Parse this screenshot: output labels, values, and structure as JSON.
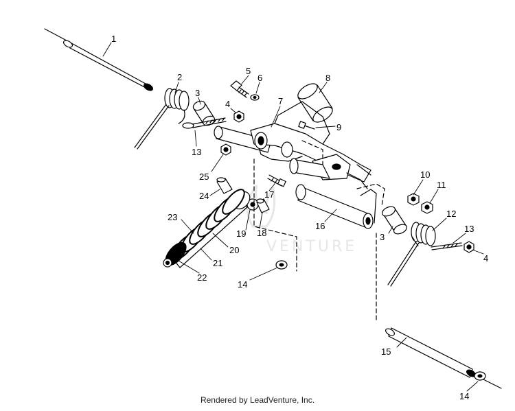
{
  "callouts": {
    "c1": "1",
    "c2": "2",
    "c3a": "3",
    "c3b": "3",
    "c4a": "4",
    "c4b": "4",
    "c5": "5",
    "c6": "6",
    "c7": "7",
    "c8": "8",
    "c9": "9",
    "c10": "10",
    "c11": "11",
    "c12": "12",
    "c13a": "13",
    "c13b": "13",
    "c14a": "14",
    "c14b": "14",
    "c15": "15",
    "c16": "16",
    "c17": "17",
    "c18": "18",
    "c19": "19",
    "c20": "20",
    "c21": "21",
    "c22": "22",
    "c23": "23",
    "c24": "24",
    "c25": "25"
  },
  "watermark": "VENTURE",
  "footer": "Rendered by LeadVenture, Inc.",
  "colors": {
    "line": "#000000",
    "watermark": "#cfcfcf"
  }
}
